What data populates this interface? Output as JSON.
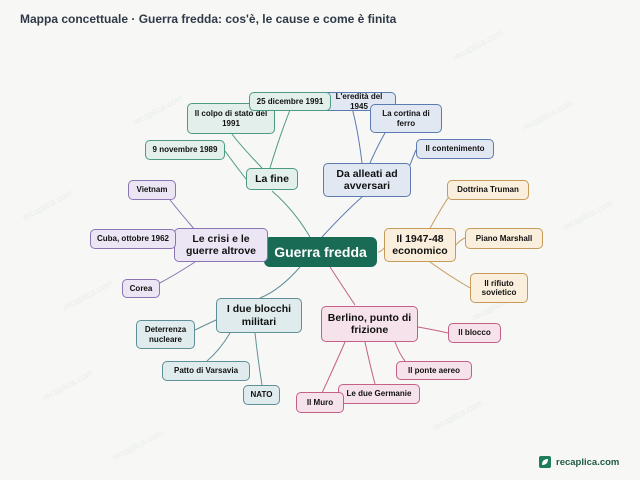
{
  "page": {
    "title": "Mappa concettuale · Guerra fredda: cos'è, le cause e come è finita"
  },
  "brand": {
    "name": "recaplica.com",
    "watermark": "recaplica.com"
  },
  "map": {
    "root": {
      "label": "Guerra fredda",
      "color": "#1a6b55"
    },
    "branches": [
      {
        "id": "la-fine",
        "label": "La fine",
        "color": "#4f9a82",
        "children": [
          "25 dicembre 1991",
          "Il colpo di stato del 1991",
          "9 novembre 1989"
        ]
      },
      {
        "id": "alleati",
        "label": "Da alleati ad avversari",
        "color": "#5b7bb2",
        "children": [
          "L'eredità del 1945",
          "La cortina di ferro",
          "Il contenimento"
        ]
      },
      {
        "id": "economico",
        "label": "Il 1947-48 economico",
        "color": "#c79a5a",
        "children": [
          "Dottrina Truman",
          "Piano Marshall",
          "Il rifiuto sovietico"
        ]
      },
      {
        "id": "berlino",
        "label": "Berlino, punto di frizione",
        "color": "#c45f86",
        "children": [
          "Il blocco",
          "Il ponte aereo",
          "Le due Germanie",
          "Il Muro"
        ]
      },
      {
        "id": "blocchi",
        "label": "I due blocchi militari",
        "color": "#5f8f97",
        "children": [
          "Deterrenza nucleare",
          "Patto di Varsavia",
          "NATO"
        ]
      },
      {
        "id": "crisi",
        "label": "Le crisi e le guerre altrove",
        "color": "#8a74b4",
        "children": [
          "Vietnam",
          "Cuba, ottobre 1962",
          "Corea"
        ]
      }
    ]
  }
}
